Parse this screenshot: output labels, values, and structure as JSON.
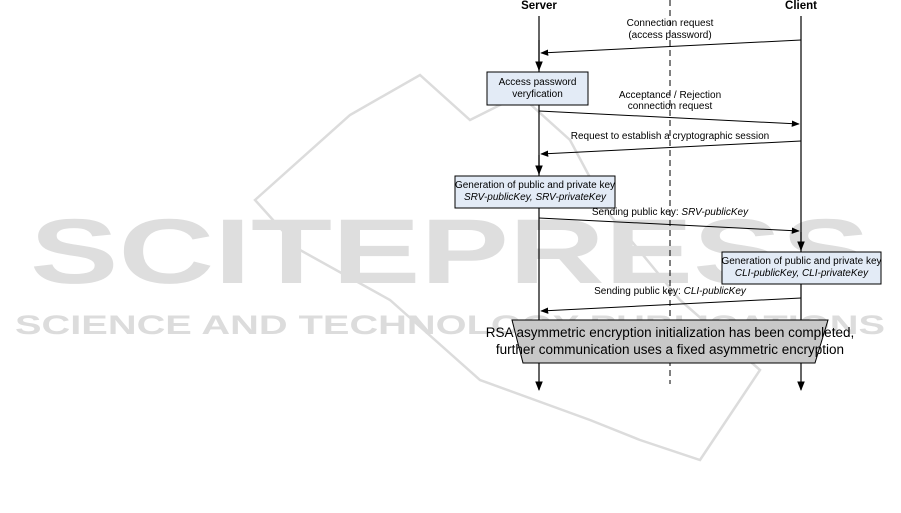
{
  "watermark": {
    "main_text": "SCITEPRESS",
    "sub_text": "SCIENCE AND TECHNOLOGY PUBLICATIONS"
  },
  "colors": {
    "line": "#000000",
    "box_fill": "#e3ebf6",
    "box_border": "#000000",
    "banner_fill": "#c8c8c8",
    "watermark": "#d9d9d9"
  },
  "participants": {
    "server": "Server",
    "client": "Client"
  },
  "boxes": {
    "access_verification": {
      "line1": "Access password",
      "line2": "veryfication"
    },
    "server_keygen": {
      "line1": "Generation of public and private key",
      "line2": "SRV-publicKey, SRV-privateKey"
    },
    "client_keygen": {
      "line1": "Generation of public and private key",
      "line2": "CLI-publicKey, CLI-privateKey"
    }
  },
  "messages": {
    "connection_request": {
      "line1": "Connection request",
      "line2": "(access password)"
    },
    "acceptance": {
      "line1": "Acceptance / Rejection",
      "line2": "connection request"
    },
    "crypto_session": {
      "line1": "Request to establish a cryptographic session"
    },
    "send_srv_key": {
      "prefix": "Sending public key: ",
      "key": "SRV-publicKey"
    },
    "send_cli_key": {
      "prefix": "Sending public key: ",
      "key": "CLI-publicKey"
    }
  },
  "banner": {
    "line1": "RSA asymmetric encryption initialization has been completed,",
    "line2": "further communication uses a fixed asymmetric encryption"
  }
}
